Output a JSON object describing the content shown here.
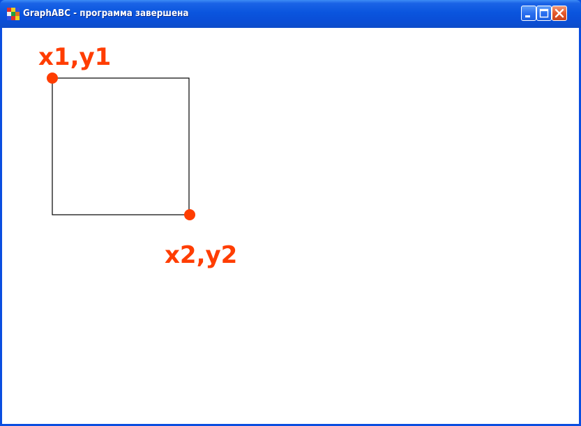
{
  "window": {
    "title": "GraphABC - программа завершена"
  },
  "titlebar_buttons": [
    "minimize",
    "maximize",
    "close"
  ],
  "colors": {
    "titlebar": "#0a55de",
    "annotation": "#ff3d00",
    "rectangle_stroke": "#000000",
    "canvas_background": "#ffffff"
  },
  "canvas": {
    "point_labels": {
      "start": "x1,y1",
      "end": "x2,y2"
    }
  }
}
